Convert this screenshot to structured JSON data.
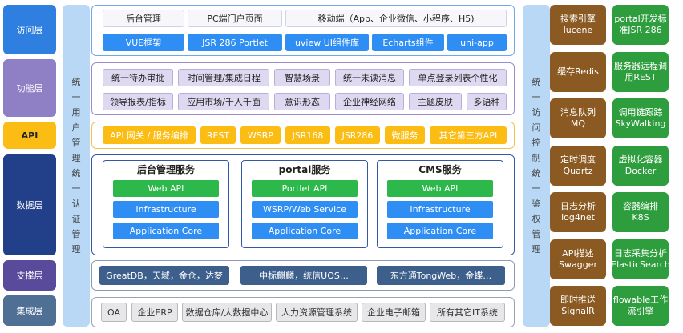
{
  "layers": {
    "access": "访问层",
    "function": "功能层",
    "api": "API",
    "data": "数据层",
    "support": "支撑层",
    "integration": "集成层"
  },
  "left_bar": [
    "统",
    "一",
    "用",
    "户",
    "管",
    "理",
    "统",
    "一",
    "认",
    "证",
    "管",
    "理"
  ],
  "right_bar": [
    "统",
    "一",
    "访",
    "问",
    "控",
    "制",
    "统",
    "一",
    "鉴",
    "权",
    "管",
    "理"
  ],
  "access": {
    "row1": [
      "后台管理",
      "PC端门户页面",
      "移动端（App、企业微信、小程序、H5)"
    ],
    "row2": [
      "VUE框架",
      "JSR 286 Portlet",
      "uview UI组件库",
      "Echarts组件",
      "uni-app"
    ]
  },
  "function": {
    "row1": [
      "统一待办审批",
      "时间管理/集成日程",
      "智慧场景",
      "统一未读消息",
      "单点登录列表个性化"
    ],
    "row2": [
      "领导报表/指标",
      "应用市场/千人千面",
      "意识形态",
      "企业神经网络",
      "主题皮肤",
      "多语种"
    ]
  },
  "api": {
    "items": [
      "API 网关 / 服务编排",
      "REST",
      "WSRP",
      "JSR168",
      "JSR286",
      "微服务",
      "其它第三方API"
    ]
  },
  "data": {
    "services": [
      {
        "title": "后台管理服务",
        "rows": [
          "Web API",
          "Infrastructure",
          "Application Core"
        ]
      },
      {
        "title": "portal服务",
        "rows": [
          "Portlet API",
          "WSRP/Web Service",
          "Application Core"
        ]
      },
      {
        "title": "CMS服务",
        "rows": [
          "Web API",
          "Infrastructure",
          "Application Core"
        ]
      }
    ]
  },
  "support": {
    "items": [
      "GreatDB，天域，金仓，达梦",
      "中标麒麟，统信UOS…",
      "东方通TongWeb，金蝶…"
    ]
  },
  "integration": {
    "items": [
      "OA",
      "企业ERP",
      "数据仓库/大数据中心",
      "人力资源管理系统",
      "企业电子邮箱",
      "所有其它IT系统"
    ]
  },
  "tiles": [
    [
      "搜索引擎",
      "lucene"
    ],
    [
      "portal开发标",
      "准JSR 286"
    ],
    [
      "缓存Redis",
      ""
    ],
    [
      "服务器远程调",
      "用REST"
    ],
    [
      "消息队列",
      "MQ"
    ],
    [
      "调用链跟踪",
      "SkyWalking"
    ],
    [
      "定时调度",
      "Quartz"
    ],
    [
      "虚拟化容器",
      "Docker"
    ],
    [
      "日志分析",
      "log4net"
    ],
    [
      "容器编排",
      "K8S"
    ],
    [
      "API描述",
      "Swagger"
    ],
    [
      "日志采集分析",
      "ElasticSearch"
    ],
    [
      "即时推送",
      "SignalR"
    ],
    [
      "flowable工作",
      "流引擎"
    ]
  ],
  "colors": {
    "access": "#2f7fe0",
    "function": "#8f7fc4",
    "api": "#fbbd14",
    "data": "#223f8a",
    "support": "#5a4a9c",
    "integration": "#4f6f94"
  }
}
